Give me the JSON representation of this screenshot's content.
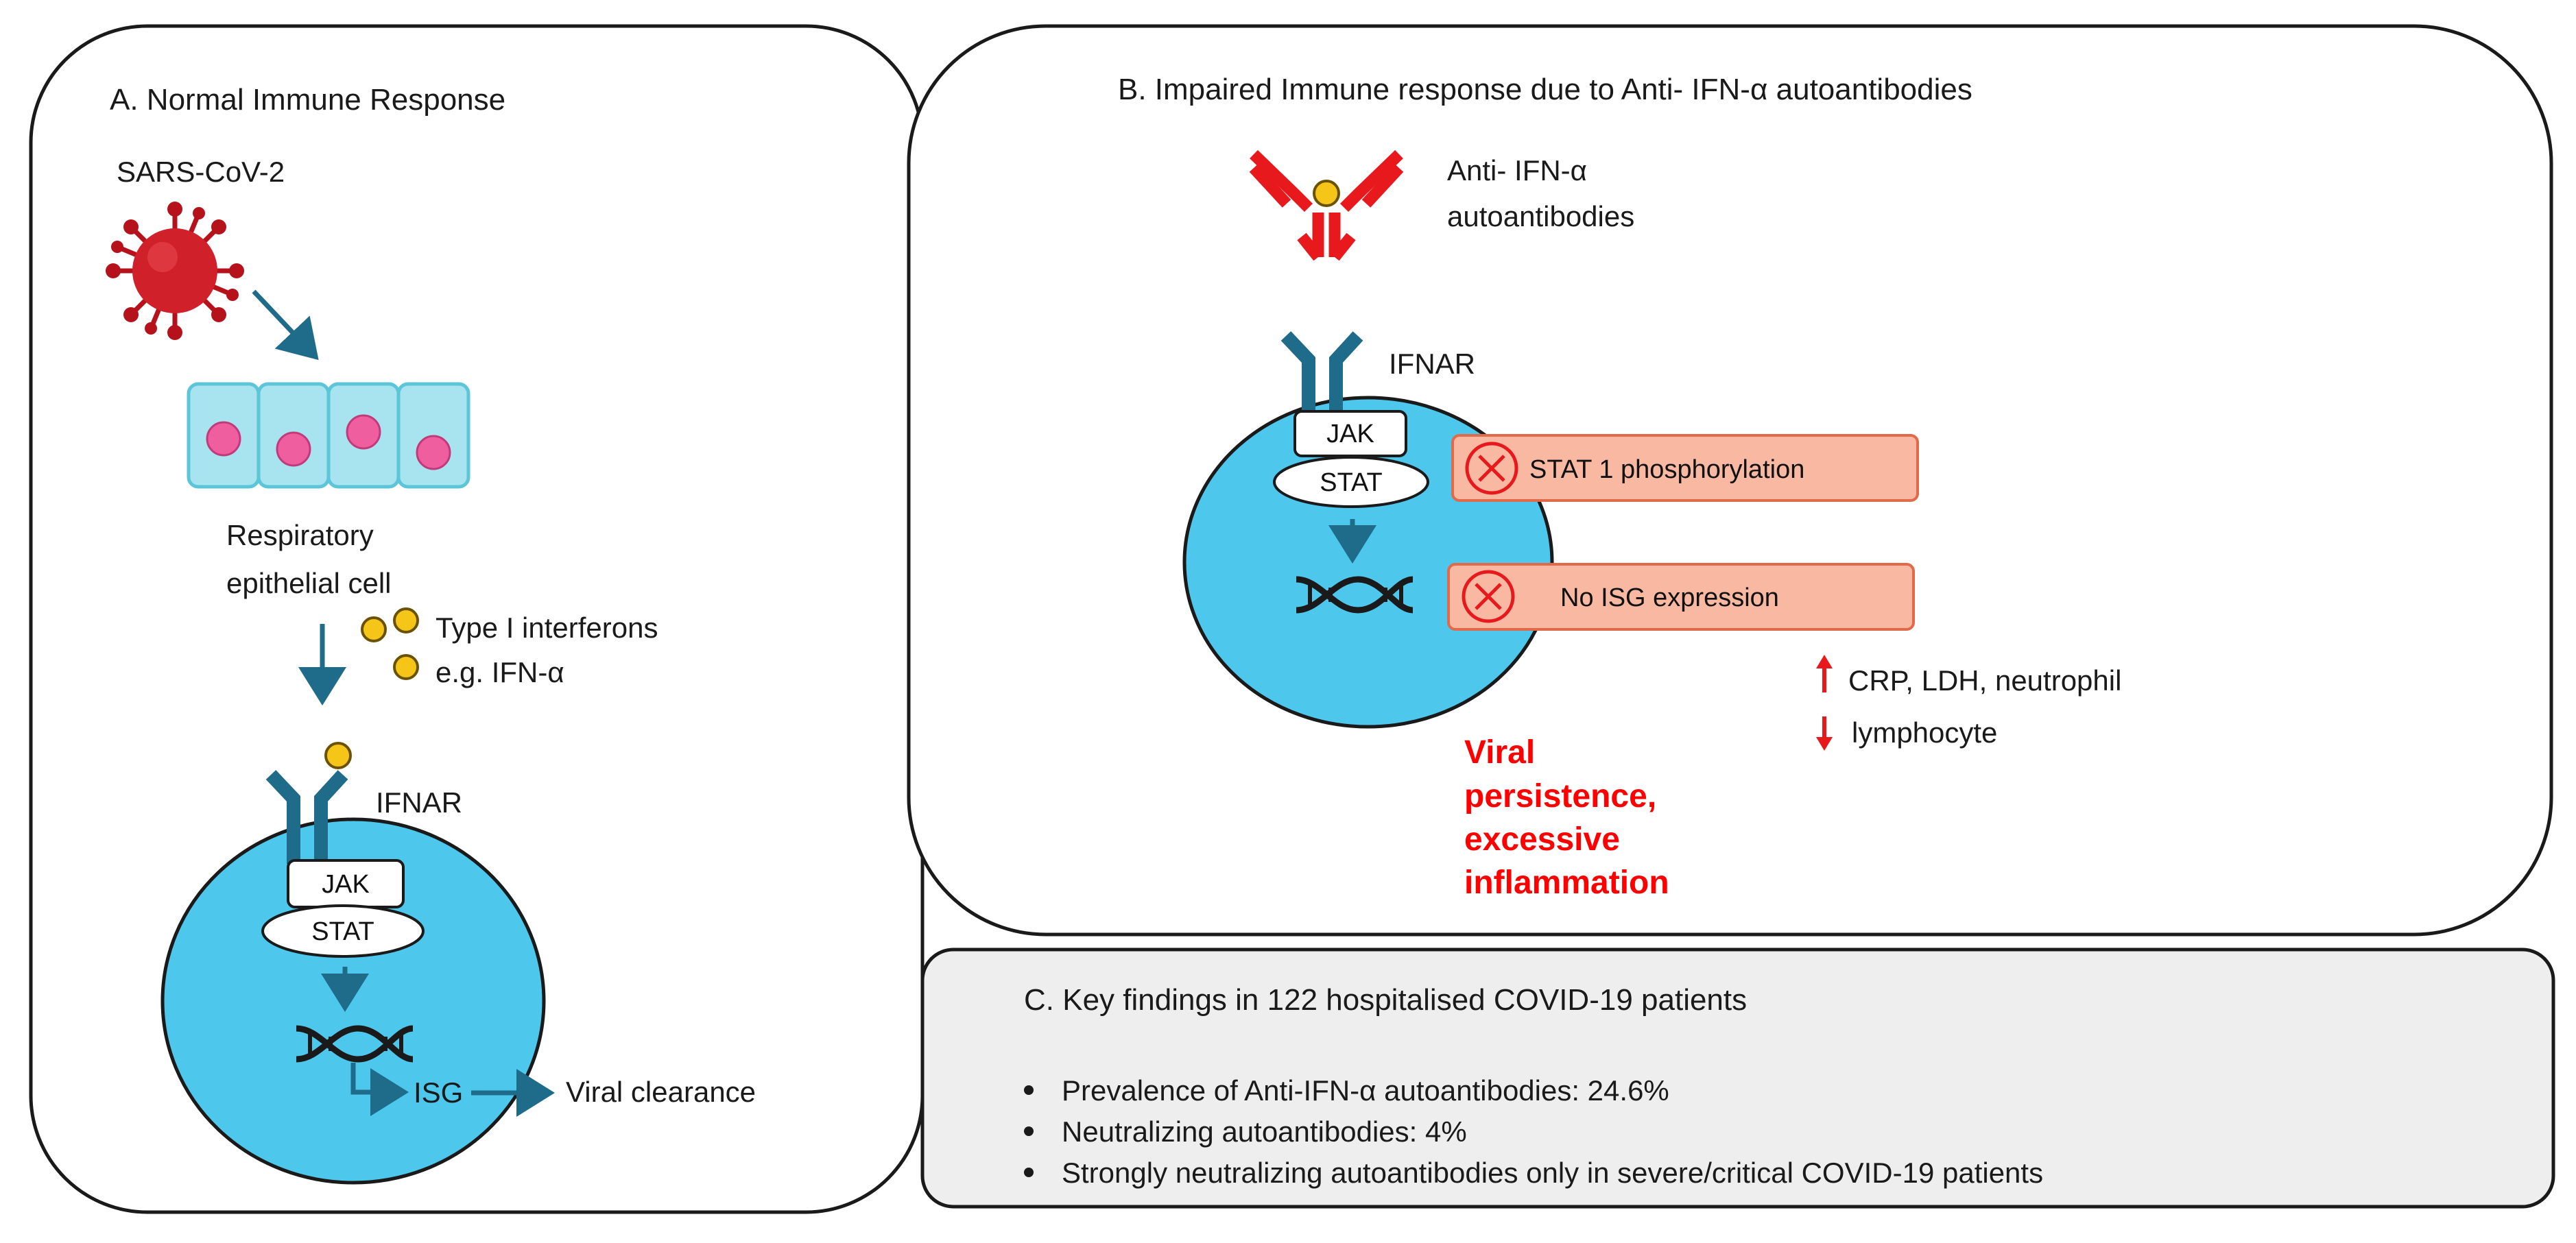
{
  "colors": {
    "cell_fill": "#4dc8ec",
    "receptor": "#1f6b8a",
    "arrow": "#1f6b8a",
    "antibody": "#e8191c",
    "ligand": "#f5c518",
    "inhibit_box": "#f9b8a1",
    "inhibit_border": "#e06a4a",
    "alert_red": "#ff0000",
    "findings_bg": "#eeeeee"
  },
  "panelA": {
    "title": "A. Normal Immune Response",
    "virus_label": "SARS-CoV-2",
    "epithelial_label_1": "Respiratory",
    "epithelial_label_2": "epithelial cell",
    "ifn_label_1": "Type I interferons",
    "ifn_label_2": "e.g. IFN-α",
    "receptor_label": "IFNAR",
    "jak": "JAK",
    "stat": "STAT",
    "isg": "ISG",
    "outcome": "Viral clearance"
  },
  "panelB": {
    "title": "B. Impaired Immune response due to Anti- IFN-α autoantibodies",
    "antibody_label_1": "Anti- IFN-α",
    "antibody_label_2": "autoantibodies",
    "receptor_label": "IFNAR",
    "jak": "JAK",
    "stat": "STAT",
    "block1": "STAT 1 phosphorylation",
    "block2": "No ISG expression",
    "marker_up": "CRP, LDH, neutrophil",
    "marker_down": "lymphocyte",
    "outcome_1": "Viral",
    "outcome_2": "persistence,",
    "outcome_3": "excessive",
    "outcome_4": "inflammation"
  },
  "panelC": {
    "title": "C. Key findings in 122 hospitalised COVID-19 patients",
    "bullets": [
      "Prevalence of Anti-IFN-α autoantibodies: 24.6%",
      "Neutralizing autoantibodies: 4%",
      "Strongly neutralizing autoantibodies only in severe/critical COVID-19 patients"
    ]
  }
}
